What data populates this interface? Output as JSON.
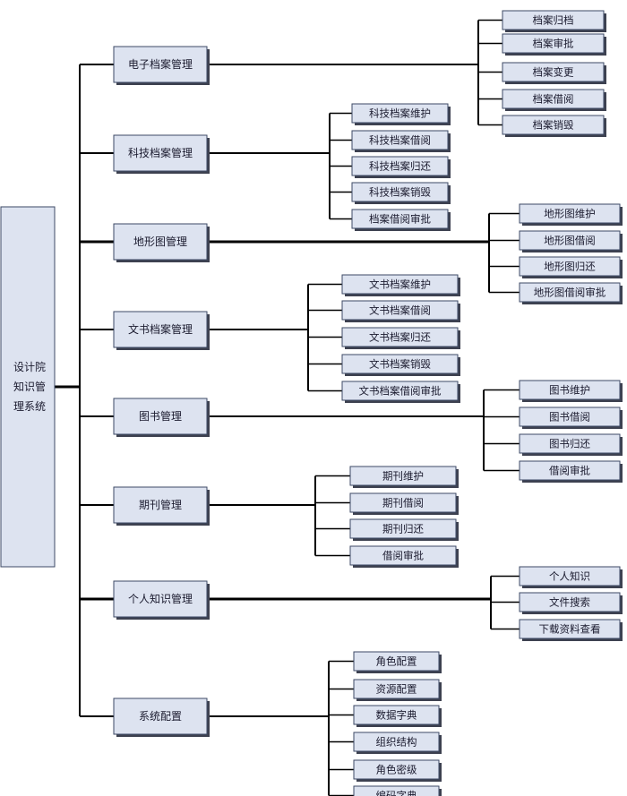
{
  "root": {
    "lines": [
      "设计院",
      "知识管",
      "理系统"
    ]
  },
  "modules": [
    {
      "label": "电子档案管理",
      "children": [
        "档案归档",
        "档案审批",
        "档案变更",
        "档案借阅",
        "档案销毁"
      ]
    },
    {
      "label": "科技档案管理",
      "children": [
        "科技档案维护",
        "科技档案借阅",
        "科技档案归还",
        "科技档案销毁",
        "档案借阅审批"
      ]
    },
    {
      "label": "地形图管理",
      "children": [
        "地形图维护",
        "地形图借阅",
        "地形图归还",
        "地形图借阅审批"
      ]
    },
    {
      "label": "文书档案管理",
      "children": [
        "文书档案维护",
        "文书档案借阅",
        "文书档案归还",
        "文书档案销毁",
        "文书档案借阅审批"
      ]
    },
    {
      "label": "图书管理",
      "children": [
        "图书维护",
        "图书借阅",
        "图书归还",
        "借阅审批"
      ]
    },
    {
      "label": "期刊管理",
      "children": [
        "期刊维护",
        "期刊借阅",
        "期刊归还",
        "借阅审批"
      ]
    },
    {
      "label": "个人知识管理",
      "children": [
        "个人知识",
        "文件搜索",
        "下载资料查看"
      ]
    },
    {
      "label": "系统配置",
      "children": [
        "角色配置",
        "资源配置",
        "数据字典",
        "组织结构",
        "角色密级",
        "编码字典"
      ]
    }
  ]
}
